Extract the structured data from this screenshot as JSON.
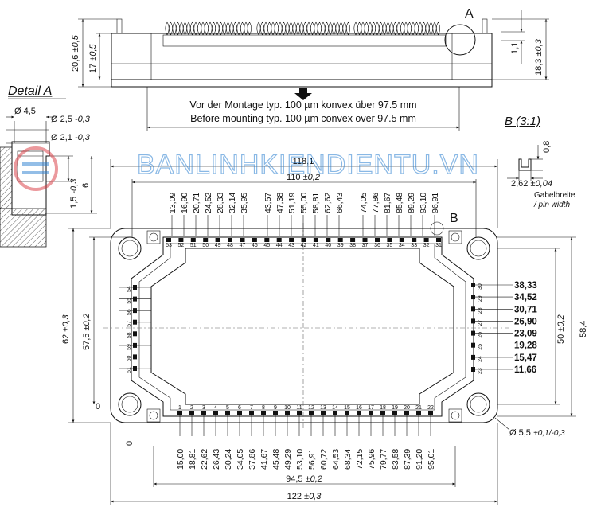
{
  "detail_a": {
    "title": "Detail A",
    "d45": "Ø 4,5",
    "d25": "Ø 2,5",
    "d25_tol": "-0,3",
    "d21": "Ø 2,1",
    "d21_tol": "-0,3",
    "v15": "1,5",
    "v15_tol": "-0,3",
    "v6": "6"
  },
  "side_view": {
    "marker_a": "A",
    "d206": "20,6",
    "d206_tol": "±0,5",
    "d17": "17",
    "d17_tol": "±0,5",
    "d11": "1,1",
    "d183": "18,3",
    "d183_tol": "±0,3",
    "note_de": "Vor der Montage typ. 100 µm konvex über 97.5 mm",
    "note_en": "Before mounting typ. 100 µm convex over 97.5 mm"
  },
  "detail_b": {
    "title": "B (3:1)",
    "d08": "0,8",
    "d262": "2,62",
    "d262_tol": "±0,04",
    "label_de": "Gabelbreite",
    "label_en": "/ pin width"
  },
  "watermark": "BANLINHKIENDIENTU.VN",
  "top_view": {
    "marker_b": "B",
    "d1181": "118,1",
    "d110": "110",
    "d110_tol": "±0,2",
    "top_dims": [
      "13,09",
      "16,90",
      "20,71",
      "24,52",
      "28,33",
      "32,14",
      "35,95",
      "43,57",
      "47,38",
      "51,19",
      "55,00",
      "58,81",
      "62,62",
      "66,43",
      "74,05",
      "77,86",
      "81,67",
      "85,48",
      "89,29",
      "93,10",
      "96,91"
    ],
    "top_pins": [
      "53",
      "52",
      "51",
      "50",
      "49",
      "48",
      "47",
      "46",
      "45",
      "44",
      "43",
      "42",
      "41",
      "40",
      "39",
      "38",
      "37",
      "36",
      "35",
      "34",
      "33",
      "32",
      "31"
    ],
    "bottom_pins": [
      "1",
      "2",
      "3",
      "4",
      "5",
      "6",
      "7",
      "8",
      "9",
      "10",
      "11",
      "12",
      "13",
      "14",
      "15",
      "16",
      "17",
      "18",
      "19",
      "20",
      "21",
      "22"
    ],
    "bottom_dims": [
      "15,00",
      "18,81",
      "22,62",
      "26,43",
      "30,24",
      "34,05",
      "37,86",
      "41,67",
      "45,48",
      "49,29",
      "53,10",
      "56,91",
      "60,72",
      "64,53",
      "68,34",
      "72,15",
      "75,96",
      "79,77",
      "83,58",
      "87,39",
      "91,20",
      "95,01"
    ],
    "left_pins": [
      "54",
      "55",
      "56",
      "57",
      "58",
      "59",
      "60",
      "61"
    ],
    "right_pins": [
      "30",
      "29",
      "28",
      "27",
      "26",
      "25",
      "24",
      "23"
    ],
    "right_dims": [
      "38,33",
      "34,52",
      "30,71",
      "26,90",
      "23,09",
      "19,28",
      "15,47",
      "11,66"
    ],
    "d62": "62",
    "d62_tol": "±0,3",
    "d575": "57,5",
    "d575_tol": "±0,2",
    "d50": "50",
    "d50_tol": "±0,2",
    "d584": "58,4",
    "zero_left": "0",
    "zero_bottom": "0",
    "hole": "Ø 5,5",
    "hole_tol": "+0,1/-0,3",
    "d945": "94,5",
    "d945_tol": "±0,2",
    "d122": "122",
    "d122_tol": "±0,3"
  }
}
